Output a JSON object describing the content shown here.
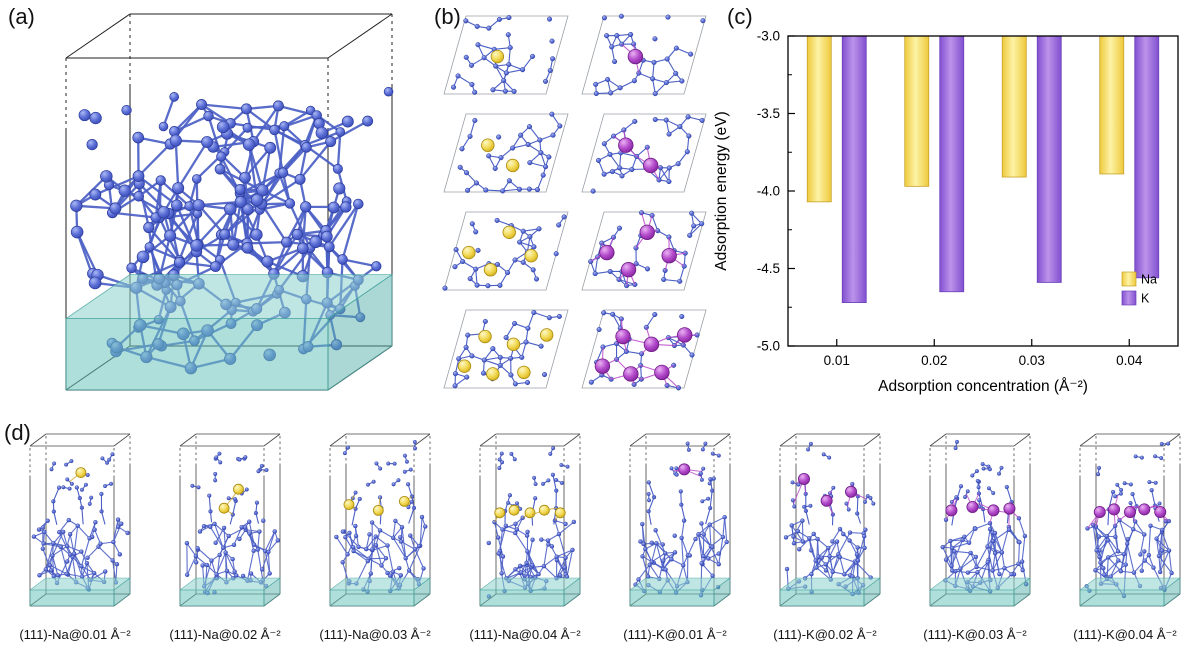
{
  "figure": {
    "panel_labels": {
      "a": "(a)",
      "b": "(b)",
      "c": "(c)",
      "d": "(d)"
    }
  },
  "chart_data": {
    "type": "bar",
    "title": "",
    "xlabel": "Adsorption concentration (Å⁻²)",
    "ylabel": "Adsorption energy (eV)",
    "categories": [
      "0.01",
      "0.02",
      "0.03",
      "0.04"
    ],
    "series": [
      {
        "name": "Na",
        "values": [
          -4.07,
          -3.97,
          -3.91,
          -3.89
        ],
        "color_center": "#fdf3a6",
        "color_edge": "#eec93c",
        "color_stroke": "#c7a227"
      },
      {
        "name": "K",
        "values": [
          -4.72,
          -4.65,
          -4.59,
          -4.56
        ],
        "color_center": "#bb93ea",
        "color_edge": "#8150d0",
        "color_stroke": "#6b3fbd"
      }
    ],
    "baseline": -3.0,
    "ylim": [
      -5.0,
      -3.0
    ],
    "yticks": [
      "-3.0",
      "-3.5",
      "-4.0",
      "-4.5",
      "-5.0"
    ],
    "legend": {
      "entries": [
        "Na",
        "K"
      ],
      "position": "lower-right"
    },
    "grid": false
  },
  "panel_d": {
    "captions": [
      "(111)-Na@0.01 Å⁻²",
      "(111)-Na@0.02 Å⁻²",
      "(111)-Na@0.03 Å⁻²",
      "(111)-Na@0.04 Å⁻²",
      "(111)-K@0.01 Å⁻²",
      "(111)-K@0.02 Å⁻²",
      "(111)-K@0.03 Å⁻²",
      "(111)-K@0.04 Å⁻²"
    ]
  },
  "colors": {
    "atom_blue": "#5c6fd6",
    "metal_na": "#f2da58",
    "metal_k": "#b44ccc",
    "electrolyte_teal": "#6cc4be"
  }
}
